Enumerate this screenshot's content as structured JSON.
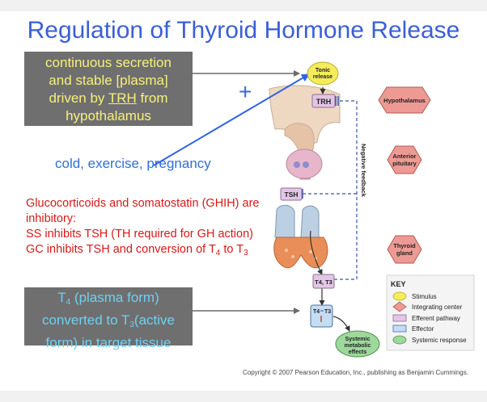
{
  "title": "Regulation of Thyroid Hormone Release",
  "box1": {
    "line1": "continuous secretion",
    "line2": "and stable [plasma]",
    "line3_pre": "driven by ",
    "line3_trh": "TRH",
    "line3_post": " from",
    "line4": "hypothalamus"
  },
  "plus_sign": "+",
  "stimuli_text": "cold, exercise, pregnancy",
  "inhibition": {
    "line1": "Glucocorticoids and somatostatin (GHIH) are",
    "line2": "inhibitory:",
    "line3": "SS inhibits TSH (TH required for GH action)",
    "line4_pre": "GC inhibits TSH and conversion of T",
    "sub4": "4",
    "line4_mid": " to T",
    "sub3": "3"
  },
  "box2": {
    "t_prefix": "T",
    "t_sub4": "4",
    "line1_rest": " (plasma form)",
    "line2_pre": "converted to T",
    "t_sub3": "3",
    "line2_post": "(active",
    "line3": "form) in target tissue"
  },
  "diagram": {
    "tonic_release": [
      "Tonic",
      "release"
    ],
    "trh": "TRH",
    "tsh": "TSH",
    "t4t3": "T4, T3",
    "t4_to_t3": [
      "T4",
      "T3"
    ],
    "negative_feedback": "Negative feedback",
    "systemic_effects": [
      "Systemic",
      "metabolic",
      "effects"
    ],
    "hypothalamus": "Hypothalamus",
    "anterior_pituitary": [
      "Anterior",
      "pituitary"
    ],
    "thyroid_gland": [
      "Thyroid",
      "gland"
    ]
  },
  "key": {
    "title": "KEY",
    "items": [
      "Stimulus",
      "Integrating center",
      "Efferent pathway",
      "Effector",
      "Systemic response"
    ]
  },
  "copyright": "Copyright © 2007 Pearson Education, Inc., publishing as Benjamin Cummings.",
  "colors": {
    "title": "#3b5fd6",
    "stimulus": "#f4ec5a",
    "integrating_center": "#ee9a94",
    "efferent": "#e3c6e6",
    "effector": "#c4dcf4",
    "systemic": "#9ed89c"
  }
}
